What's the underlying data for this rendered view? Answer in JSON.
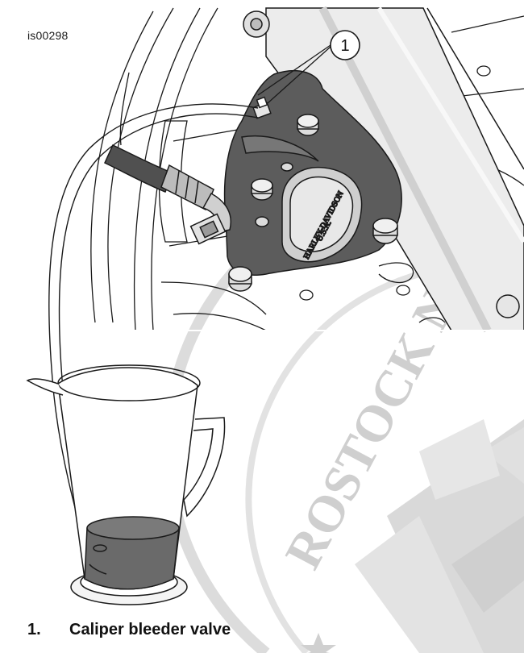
{
  "figure": {
    "id": "is00298",
    "callout": "1",
    "brand_logo": "HARLEY-DAVIDSON",
    "brand_logo_sub": "U.S.A.",
    "watermark": "ROSTOCK N.E."
  },
  "legend": [
    {
      "number": "1.",
      "label": "Caliper bleeder valve"
    }
  ],
  "colors": {
    "line": "#1a1a1a",
    "caliper": "#555555",
    "caliper_dark": "#3d3d3d",
    "fork": "#e8e8e8",
    "fluid": "#6e6e6e",
    "watermark": "#cfcfcf"
  }
}
